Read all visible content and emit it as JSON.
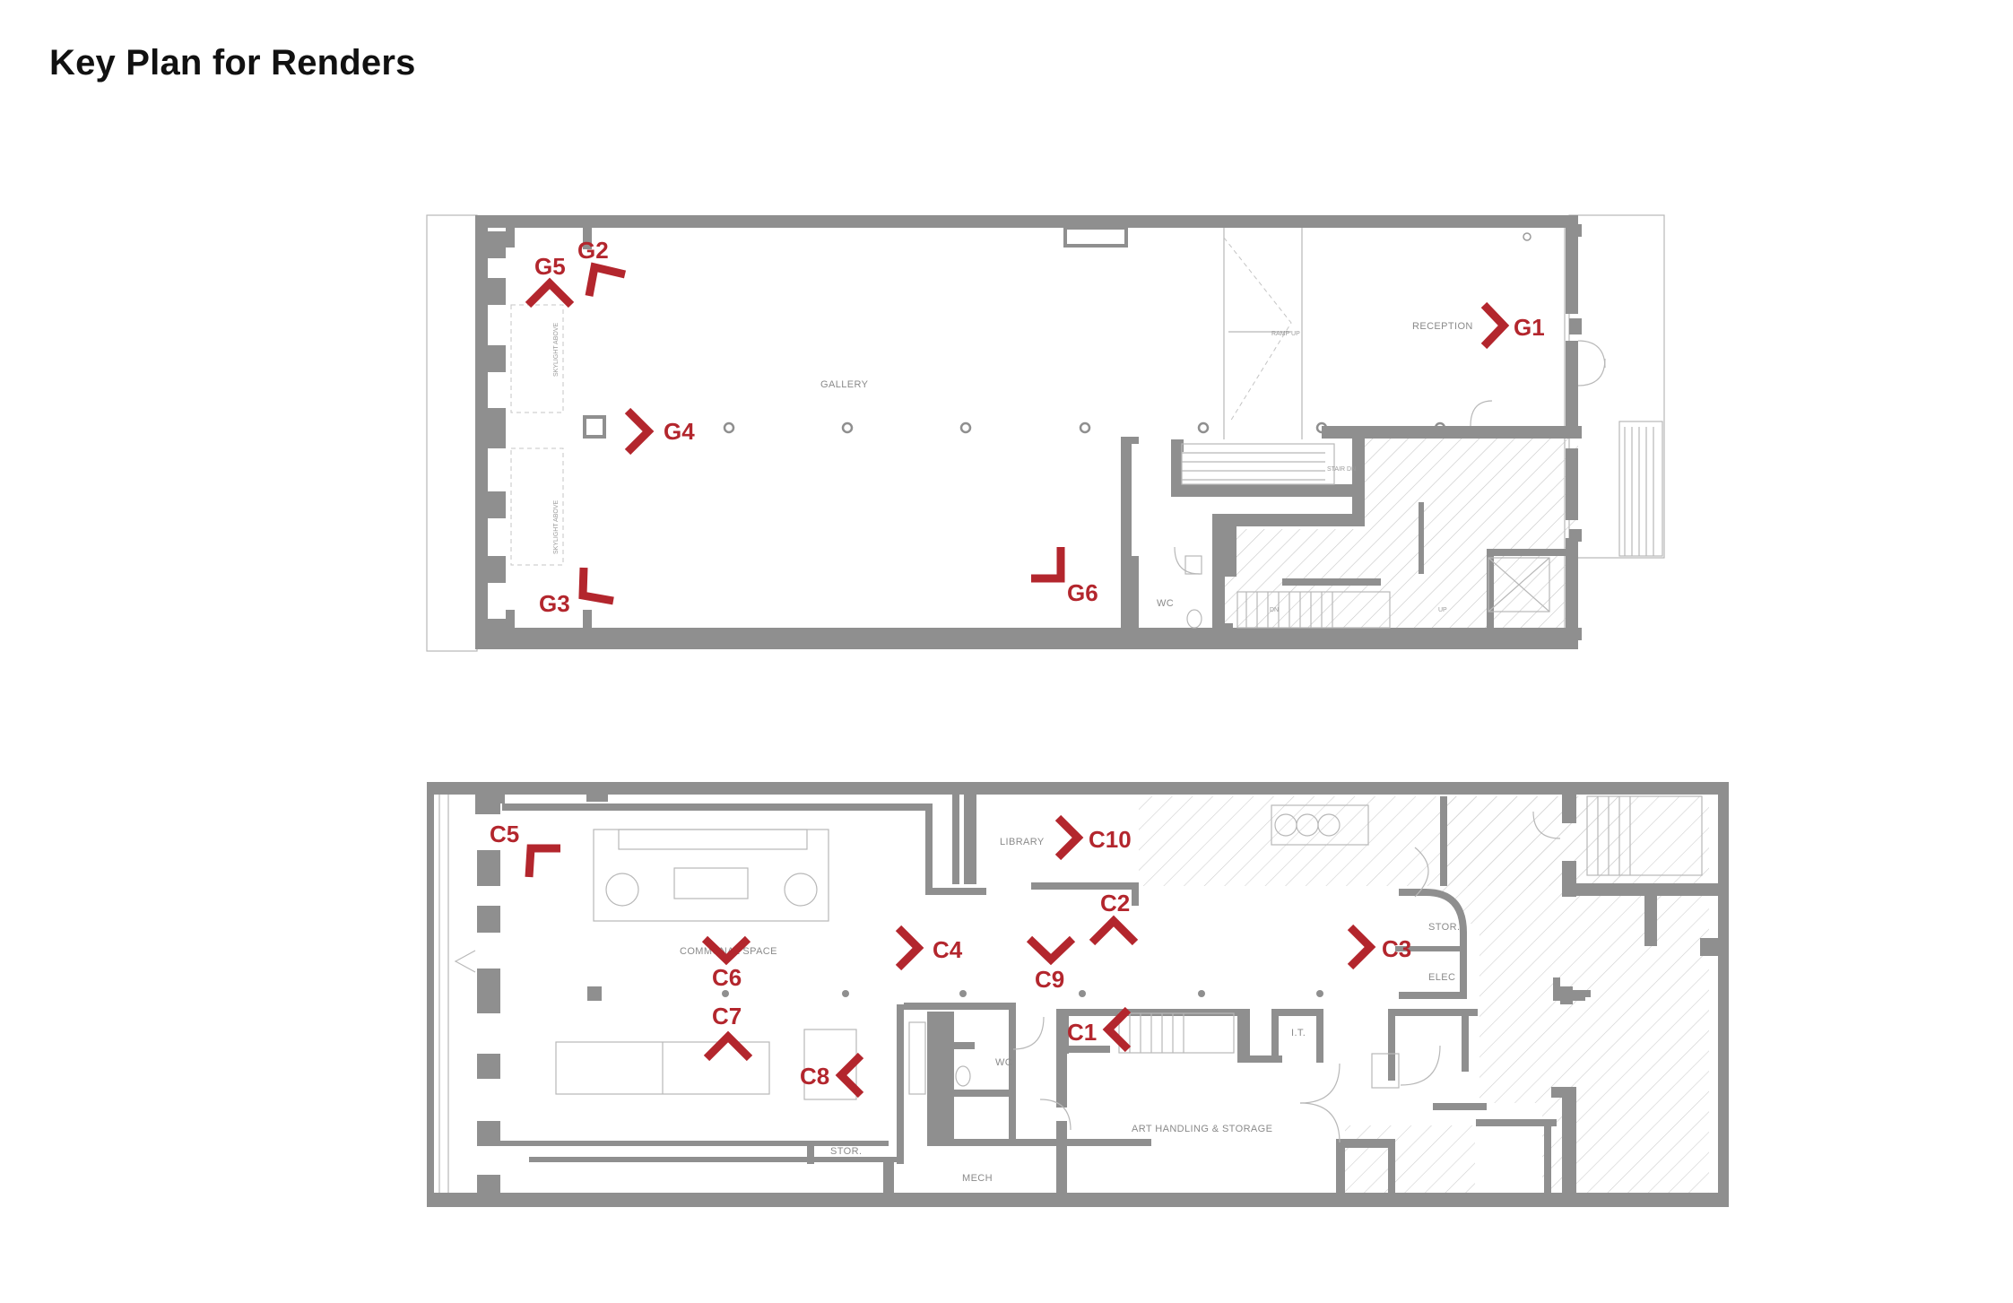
{
  "page": {
    "title": "Key Plan for Renders"
  },
  "colors": {
    "accent": "#b3262d",
    "wall": "#8f8f8f",
    "text": "#111111",
    "label": "#8a8a8a"
  },
  "ground_floor": {
    "rooms": {
      "gallery": "GALLERY",
      "reception": "RECEPTION",
      "wc": "WC"
    },
    "notes": {
      "ramp_up": "RAMP UP",
      "stair_dn": "STAIR DN",
      "dn": "DN",
      "up": "UP"
    },
    "markers": [
      "G1",
      "G2",
      "G3",
      "G4",
      "G5",
      "G6"
    ]
  },
  "cellar_floor": {
    "rooms": {
      "library": "LIBRARY",
      "communal_space": "COMMUNAL SPACE",
      "wc": "WC",
      "stor_upper": "STOR.",
      "elec": "ELEC",
      "it": "I.T.",
      "art_handling": "ART HANDLING & STORAGE",
      "mech": "MECH",
      "stor_lower": "STOR."
    },
    "markers": [
      "C1",
      "C2",
      "C3",
      "C4",
      "C5",
      "C6",
      "C7",
      "C8",
      "C9",
      "C10"
    ]
  }
}
